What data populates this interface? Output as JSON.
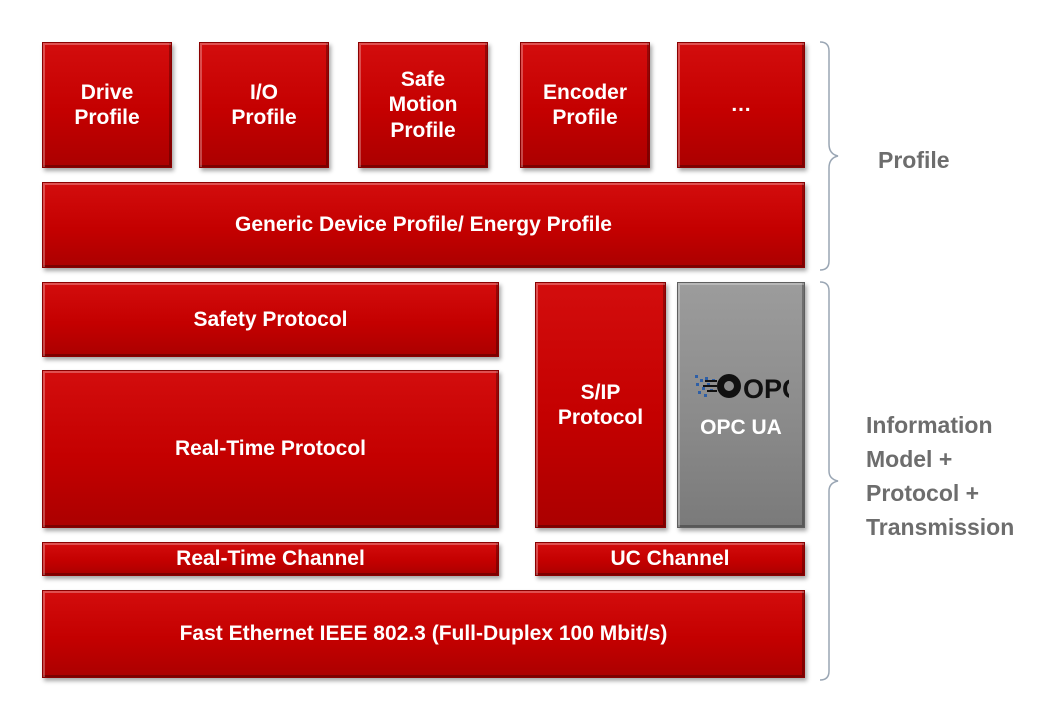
{
  "blocks": {
    "drive_profile": "Drive\nProfile",
    "io_profile": "I/O\nProfile",
    "safe_motion_profile": "Safe\nMotion\nProfile",
    "encoder_profile": "Encoder\nProfile",
    "more": "…",
    "generic_device_profile": "Generic Device Profile/ Energy Profile",
    "safety_protocol": "Safety Protocol",
    "real_time_protocol": "Real-Time Protocol",
    "sip_protocol": "S/IP\nProtocol",
    "opc_ua": "OPC UA",
    "opc_logo_text": "OPC",
    "real_time_channel": "Real-Time Channel",
    "uc_channel": "UC Channel",
    "fast_ethernet": "Fast Ethernet IEEE 802.3 (Full-Duplex 100 Mbit/s)"
  },
  "labels": {
    "profile": "Profile",
    "info_model": "Information\nModel +\nProtocol +\nTransmission"
  },
  "colors": {
    "block_red": "#c40000",
    "block_grey": "#8b8b8b",
    "label_grey": "#6d6d6d"
  }
}
